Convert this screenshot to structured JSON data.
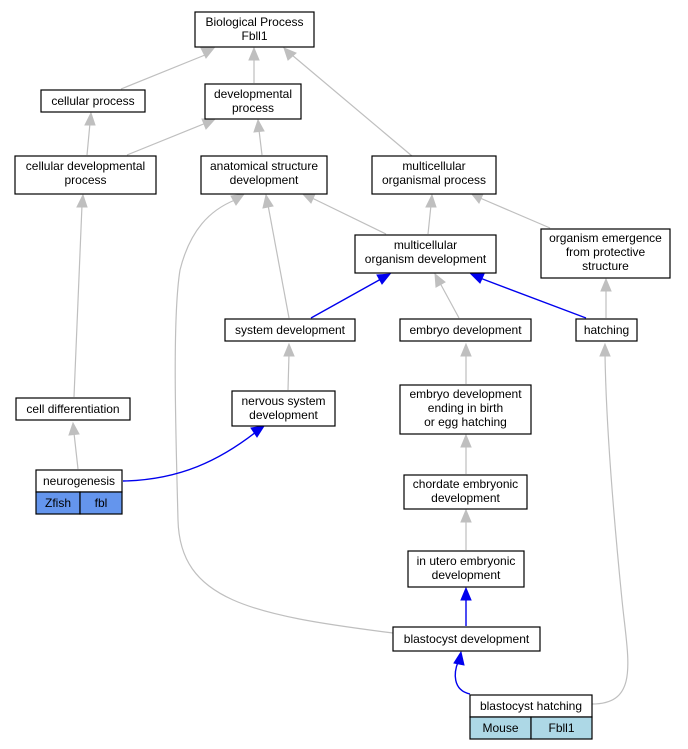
{
  "nodes": {
    "biological_process": [
      "Biological Process",
      "Fbll1"
    ],
    "cellular_process": [
      "cellular process"
    ],
    "developmental_process": [
      "developmental",
      "process"
    ],
    "cellular_developmental_process": [
      "cellular developmental",
      "process"
    ],
    "anatomical_structure_development": [
      "anatomical structure",
      "development"
    ],
    "multicellular_organismal_process": [
      "multicellular",
      "organismal process"
    ],
    "multicellular_organism_development": [
      "multicellular",
      "organism development"
    ],
    "organism_emergence": [
      "organism emergence",
      "from protective",
      "structure"
    ],
    "system_development": [
      "system development"
    ],
    "embryo_development": [
      "embryo development"
    ],
    "hatching": [
      "hatching"
    ],
    "cell_differentiation": [
      "cell differentiation"
    ],
    "nervous_system_development": [
      "nervous system",
      "development"
    ],
    "embryo_development_ending": [
      "embryo development",
      "ending in birth",
      "or egg hatching"
    ],
    "neurogenesis": [
      "neurogenesis"
    ],
    "chordate_embryonic_development": [
      "chordate embryonic",
      "development"
    ],
    "in_utero_embryonic_development": [
      "in utero embryonic",
      "development"
    ],
    "blastocyst_development": [
      "blastocyst development"
    ],
    "blastocyst_hatching": [
      "blastocyst hatching"
    ]
  },
  "annotations": {
    "neurogenesis": {
      "species": "Zfish",
      "gene": "fbl",
      "color": "#6495ed"
    },
    "blastocyst_hatching": {
      "species": "Mouse",
      "gene": "Fbll1",
      "color": "#add8e6"
    }
  },
  "edge_colors": {
    "is_a": "#bfbfbf",
    "part_of": "#0000ee"
  }
}
